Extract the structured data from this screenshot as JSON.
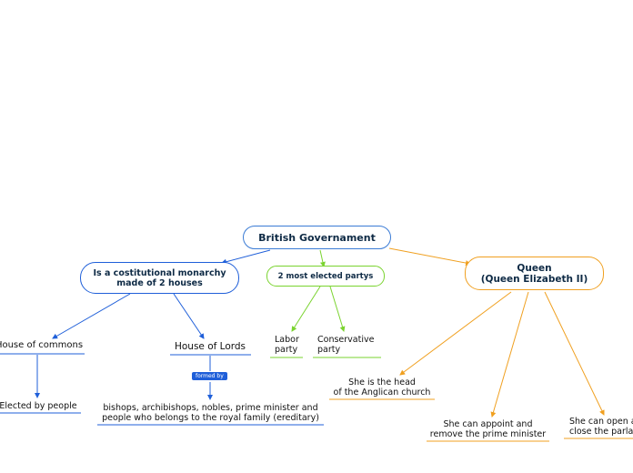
{
  "colors": {
    "root_border": "#3a7bd5",
    "blue": "#1f5fd9",
    "green": "#7ad32f",
    "orange": "#f0a020",
    "dark_text": "#0e2a45"
  },
  "root": {
    "label": "British Governament"
  },
  "branches": {
    "monarchy": {
      "label": "Is a costitutional monarchy\nmade of 2 houses"
    },
    "parties": {
      "label": "2 most elected partys"
    },
    "queen": {
      "label": "Queen\n(Queen Elizabeth II)"
    }
  },
  "monarchy_children": {
    "commons": {
      "label": "House of commons",
      "child": "Elected by people"
    },
    "lords": {
      "label": "House of Lords",
      "tag": "formed by",
      "child": "bishops, archibishops, nobles, prime minister and\npeople who belongs to the royal family (ereditary)"
    }
  },
  "parties_children": [
    {
      "label": "Labor\nparty"
    },
    {
      "label": "Conservative\nparty"
    }
  ],
  "queen_children": [
    {
      "label": "She is the head\nof the Anglican church"
    },
    {
      "label": "She can appoint and\nremove the prime minister"
    },
    {
      "label": "She can open a\nclose the parlar"
    }
  ]
}
